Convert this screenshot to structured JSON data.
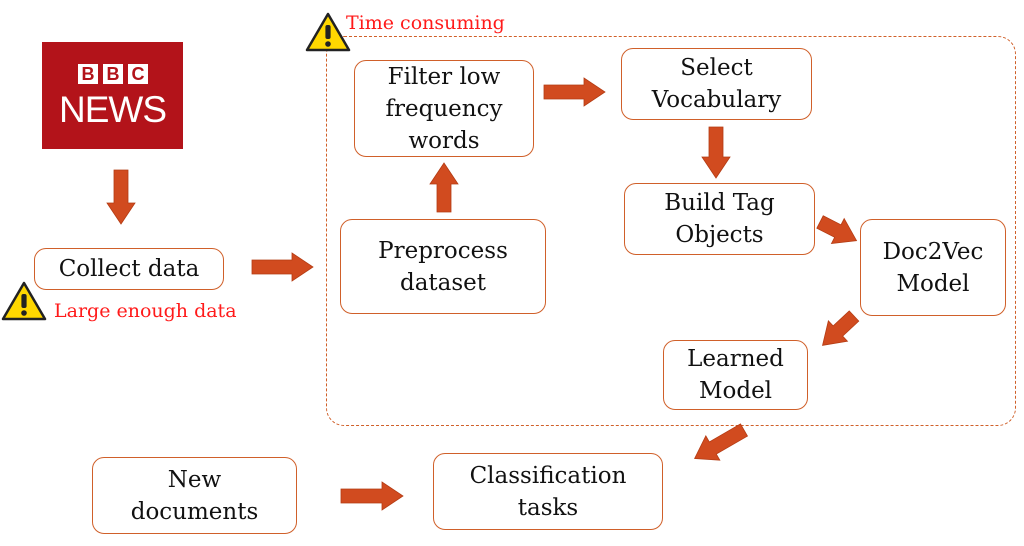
{
  "warnings": {
    "time": "Time consuming",
    "data": "Large enough data"
  },
  "logo": {
    "blocks": [
      "B",
      "B",
      "C"
    ],
    "word": "NEWS"
  },
  "nodes": {
    "collect": "Collect data",
    "preprocess": "Preprocess\ndataset",
    "filter": "Filter low\nfrequency\nwords",
    "vocab": "Select\nVocabulary",
    "tag": "Build Tag\nObjects",
    "doc2vec": "Doc2Vec\nModel",
    "learned": "Learned\nModel",
    "new_docs": "New\ndocuments",
    "classification": "Classification\ntasks"
  },
  "colors": {
    "arrow": "#d14b1f",
    "border": "#d0602a",
    "warning_text": "#ff1a1a",
    "logo_bg": "#b3131a",
    "warning_icon": "#ffd700"
  },
  "icons": [
    "warning-icon",
    "arrow-icon"
  ]
}
